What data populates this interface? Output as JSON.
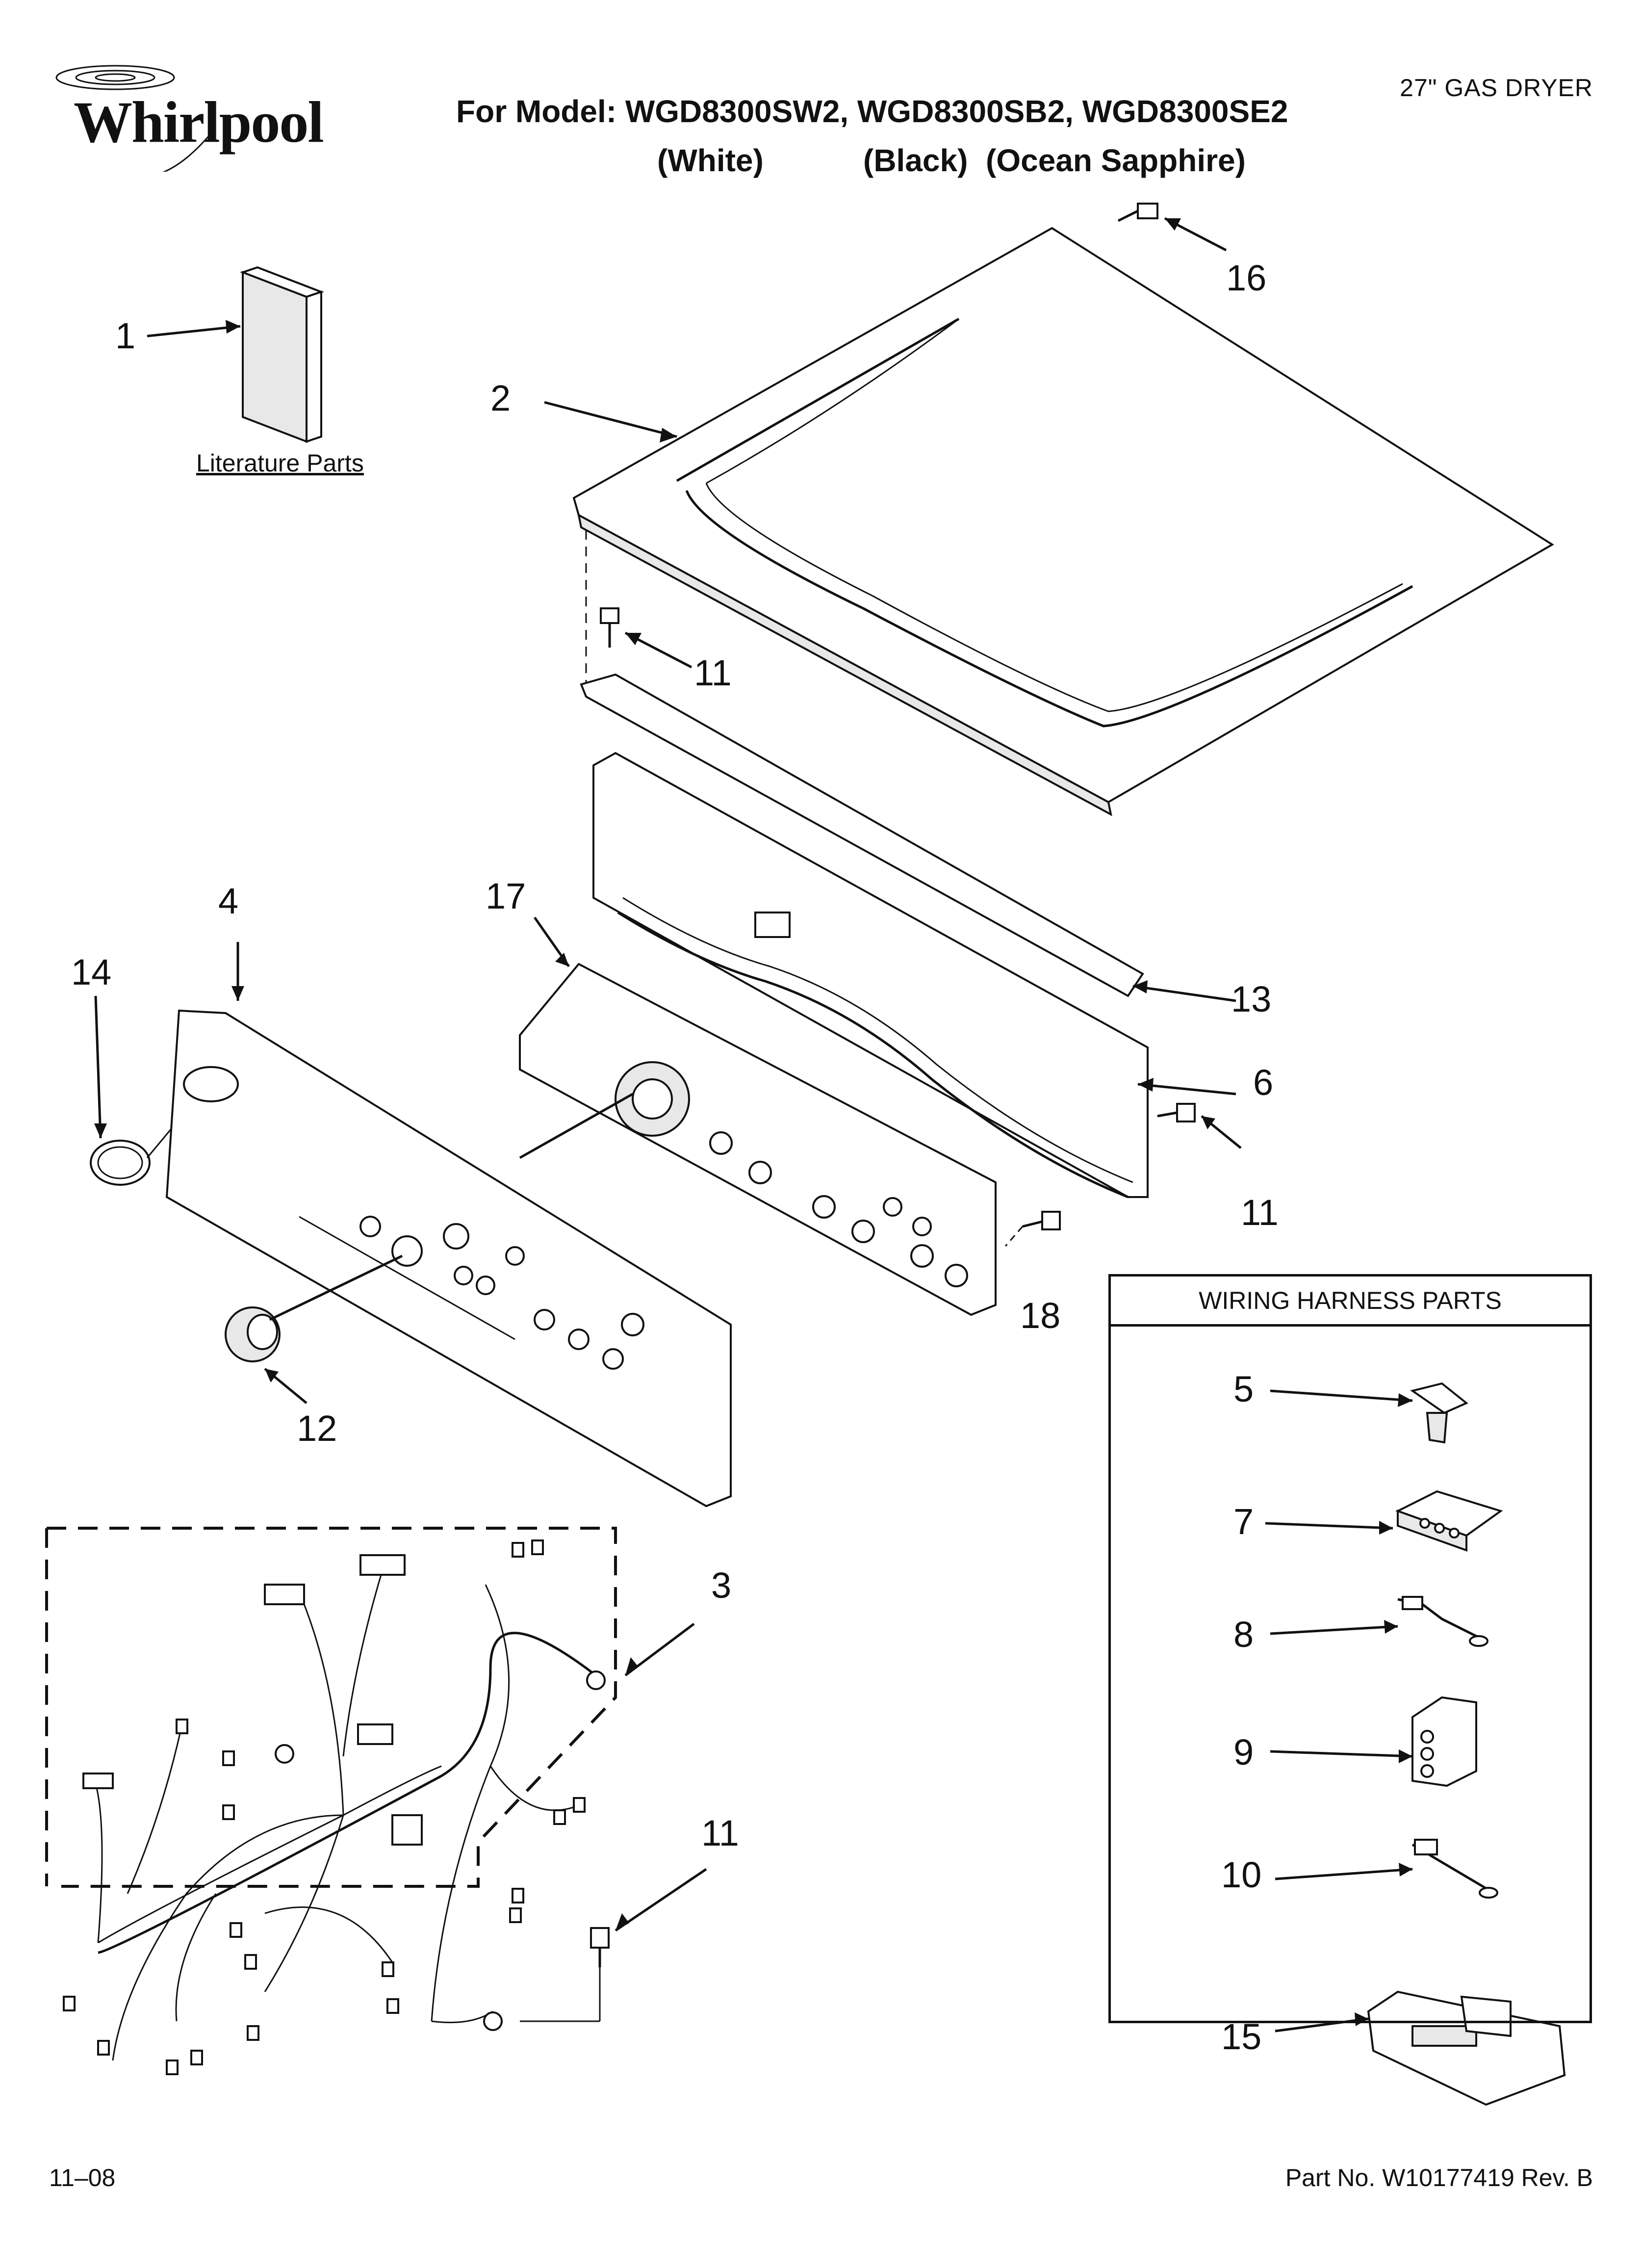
{
  "header": {
    "brand": "Whirlpool",
    "title": "For Model: WGD8300SW2, WGD8300SB2, WGD8300SE2",
    "colors": [
      "(White)",
      "(Black)",
      "(Ocean Sapphire)"
    ],
    "product": "27\" GAS DRYER"
  },
  "literature_label": "Literature Parts",
  "callouts": {
    "c1": "1",
    "c2": "2",
    "c3": "3",
    "c4": "4",
    "c6": "6",
    "c11a": "11",
    "c11b": "11",
    "c11c": "11",
    "c12": "12",
    "c13": "13",
    "c14": "14",
    "c16": "16",
    "c17": "17",
    "c18": "18"
  },
  "wiring_harness": {
    "heading": "WIRING HARNESS PARTS",
    "items": [
      "5",
      "7",
      "8",
      "9",
      "10",
      "15"
    ]
  },
  "footer": {
    "date": "11–08",
    "part_no": "Part No. W10177419 Rev. B"
  }
}
